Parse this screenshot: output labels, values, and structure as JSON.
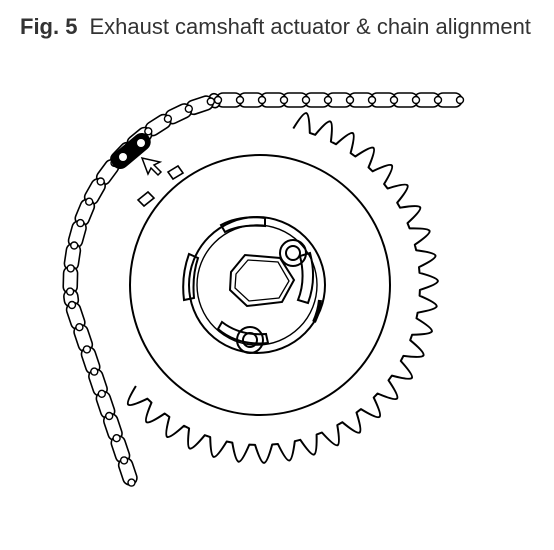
{
  "figure": {
    "label": "Fig. 5",
    "title": "Exhaust camshaft actuator & chain alignment"
  },
  "colors": {
    "ink": "#000000",
    "text": "#333333",
    "background": "#ffffff"
  },
  "diagram": {
    "sprocket_teeth": 44
  }
}
